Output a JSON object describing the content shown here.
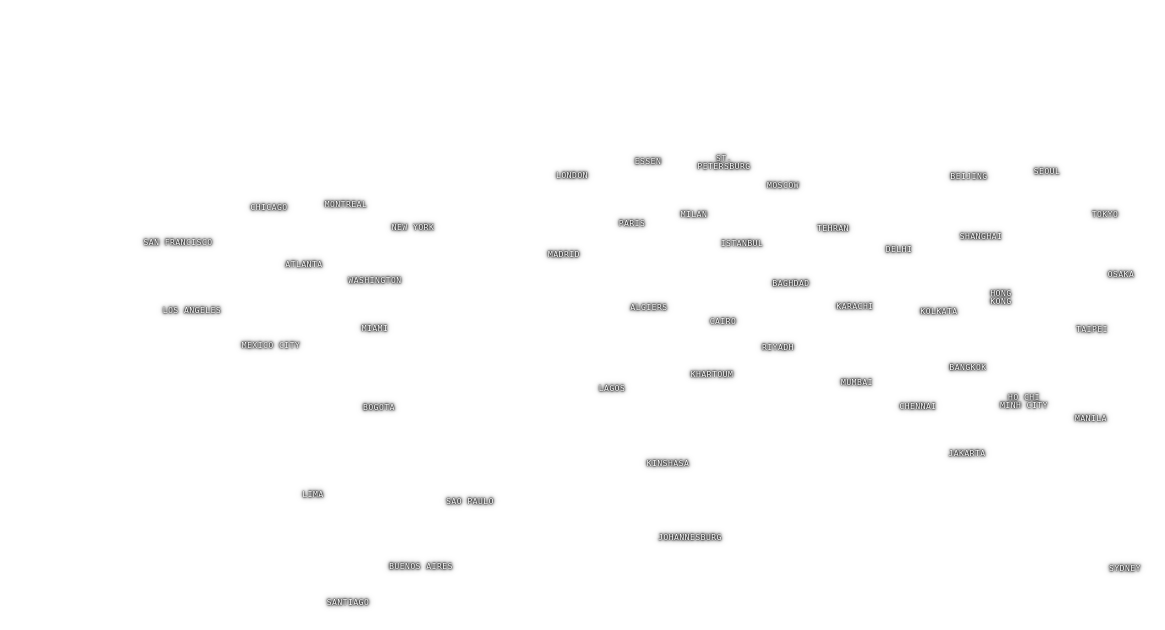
{
  "cities": [
    {
      "name": "ST.\nPETERSBURG"
    },
    {
      "name": "ESSEN"
    },
    {
      "name": "LONDON"
    },
    {
      "name": "MOSCOW"
    },
    {
      "name": "BEIJING"
    },
    {
      "name": "SEOUL"
    },
    {
      "name": "CHICAGO"
    },
    {
      "name": "MONTREAL"
    },
    {
      "name": "NEW YORK"
    },
    {
      "name": "SAN FRANCISCO"
    },
    {
      "name": "PARIS"
    },
    {
      "name": "MILAN"
    },
    {
      "name": "TEHRAN"
    },
    {
      "name": "TOKYO"
    },
    {
      "name": "ISTANBUL"
    },
    {
      "name": "SHANGHAI"
    },
    {
      "name": "DELHI"
    },
    {
      "name": "MADRID"
    },
    {
      "name": "ATLANTA"
    },
    {
      "name": "OSAKA"
    },
    {
      "name": "WASHINGTON"
    },
    {
      "name": "BAGHDAD"
    },
    {
      "name": "HONG\nKONG"
    },
    {
      "name": "ALGIERS"
    },
    {
      "name": "KARACHI"
    },
    {
      "name": "LOS ANGELES"
    },
    {
      "name": "KOLKATA"
    },
    {
      "name": "CAIRO"
    },
    {
      "name": "MIAMI"
    },
    {
      "name": "TAIPEI"
    },
    {
      "name": "MEXICO CITY"
    },
    {
      "name": "RIYADH"
    },
    {
      "name": "BANGKOK"
    },
    {
      "name": "KHARTOUM"
    },
    {
      "name": "MUMBAI"
    },
    {
      "name": "LAGOS"
    },
    {
      "name": "HO CHI\nMINH CITY"
    },
    {
      "name": "CHENNAI"
    },
    {
      "name": "BOGOTA"
    },
    {
      "name": "MANILA"
    },
    {
      "name": "JAKARTA"
    },
    {
      "name": "KINSHASA"
    },
    {
      "name": "LIMA"
    },
    {
      "name": "SAO PAULO"
    },
    {
      "name": "JOHANNESBURG"
    },
    {
      "name": "BUENOS AIRES"
    },
    {
      "name": "SYDNEY"
    },
    {
      "name": "SANTIAGO"
    }
  ]
}
